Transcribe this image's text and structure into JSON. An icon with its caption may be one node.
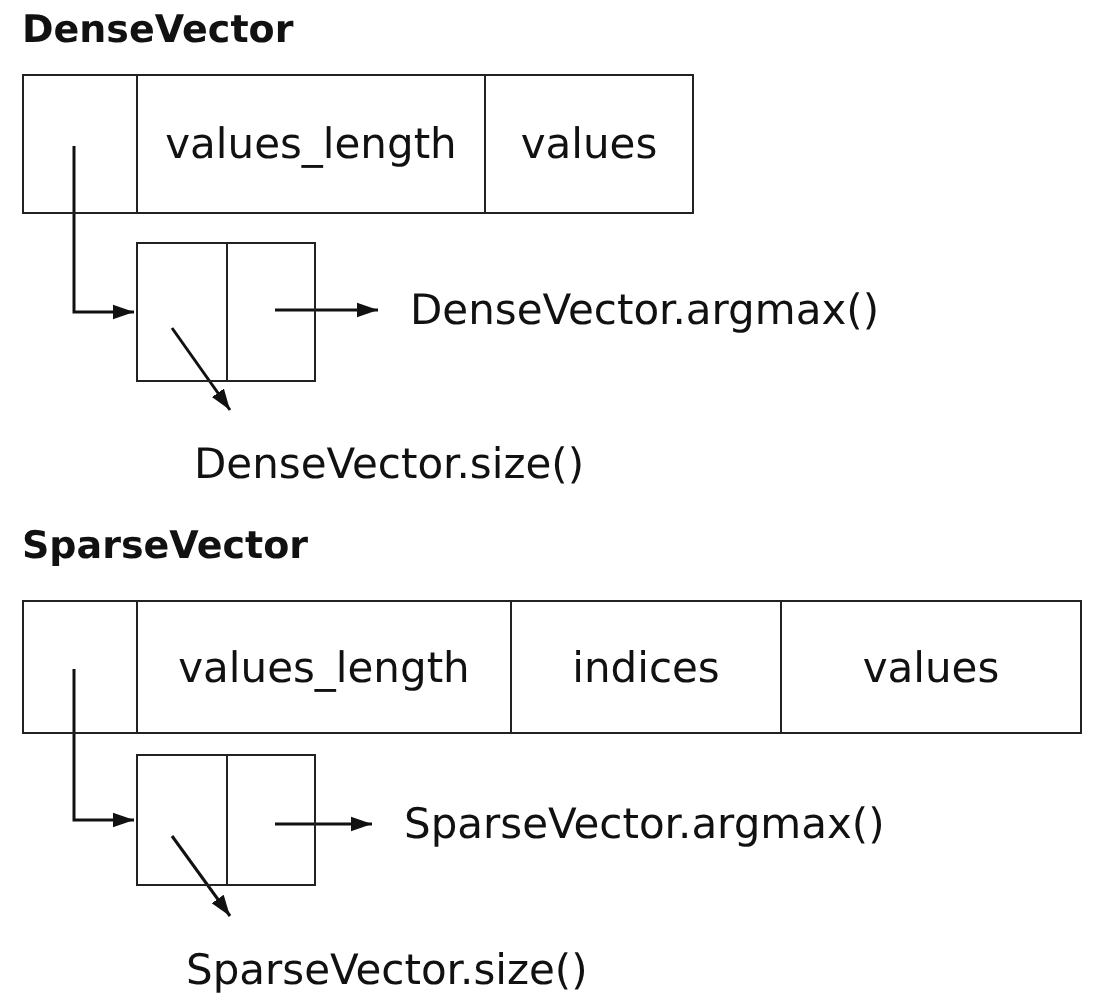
{
  "diagram": {
    "nodes": [
      {
        "text": [],
        "shape": "box"
      },
      {
        "text": [
          "values_length"
        ]
      },
      {
        "text": [
          "values"
        ]
      },
      {
        "text": [],
        "shape": "box"
      },
      {
        "text": [],
        "shape": "box"
      },
      {
        "text": [
          "DenseVector.argmax()"
        ]
      },
      {
        "text": [
          "DenseVector.size()"
        ]
      },
      {
        "text": [],
        "shape": "box"
      },
      {
        "text": [
          "values_length"
        ]
      },
      {
        "text": [
          "indices"
        ]
      },
      {
        "text": [
          "values"
        ]
      },
      {
        "text": [],
        "shape": "box"
      },
      {
        "text": [],
        "shape": "box"
      },
      {
        "text": [
          "SparseVector.argmax()"
        ]
      },
      {
        "text": [
          "SparseVector.size()"
        ]
      }
    ],
    "edges": [
      {
        "from": 0,
        "to": 3,
        "arrow": "to"
      },
      {
        "from": 4,
        "to": 5,
        "arrow": "to"
      },
      {
        "from": 3,
        "to": 6,
        "arrow": "to"
      },
      {
        "from": 7,
        "to": 11,
        "arrow": "to"
      },
      {
        "from": 12,
        "to": 13,
        "arrow": "to"
      },
      {
        "from": 11,
        "to": 14,
        "arrow": "to"
      }
    ],
    "labels": [
      "DenseVector",
      "SparseVector"
    ]
  }
}
